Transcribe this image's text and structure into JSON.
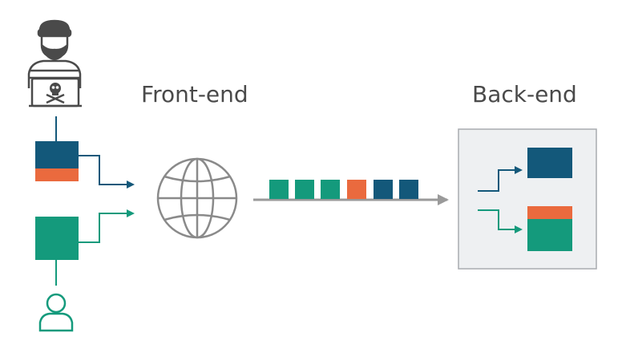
{
  "labels": {
    "front_end": "Front-end",
    "back_end": "Back-end"
  },
  "colors": {
    "dark_blue": "#13587a",
    "orange": "#ea6a3e",
    "teal": "#149a7c",
    "gray_line": "#9a9a9a",
    "globe_stroke": "#8a8a8a",
    "backend_fill": "#eef0f2",
    "backend_stroke": "#a8acb0",
    "attacker": "#4a4a4a"
  },
  "icons": {
    "attacker": "hacker-icon",
    "user": "user-icon",
    "globe": "globe-icon"
  },
  "request_stream": [
    "teal",
    "teal",
    "teal",
    "orange",
    "dark_blue",
    "dark_blue"
  ]
}
